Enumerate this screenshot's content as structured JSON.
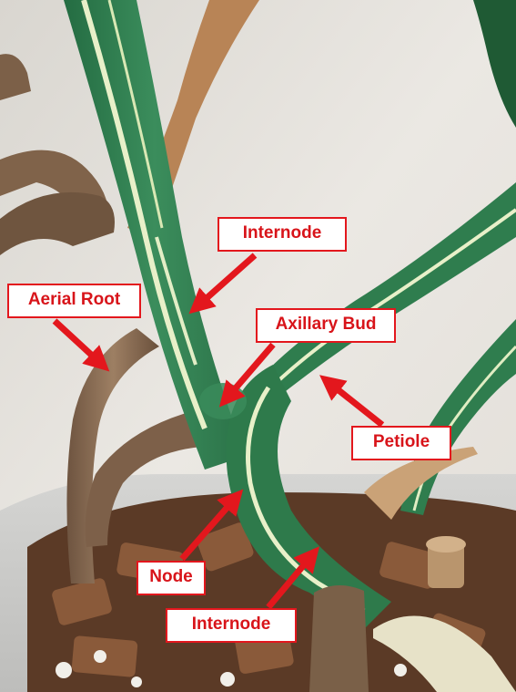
{
  "labels": {
    "internode_top": "Internode",
    "aerial_root": "Aerial Root",
    "axillary_bud": "Axillary Bud",
    "petiole": "Petiole",
    "node": "Node",
    "internode_bottom": "Internode"
  },
  "colors": {
    "annotation_red": "#e3171d",
    "label_background": "#ffffff",
    "stem_green": "#2f7d4e",
    "stripe_cream": "#e8f0c9",
    "root_brown": "#8a6a4f",
    "wall_background": "#e6e2dc"
  }
}
